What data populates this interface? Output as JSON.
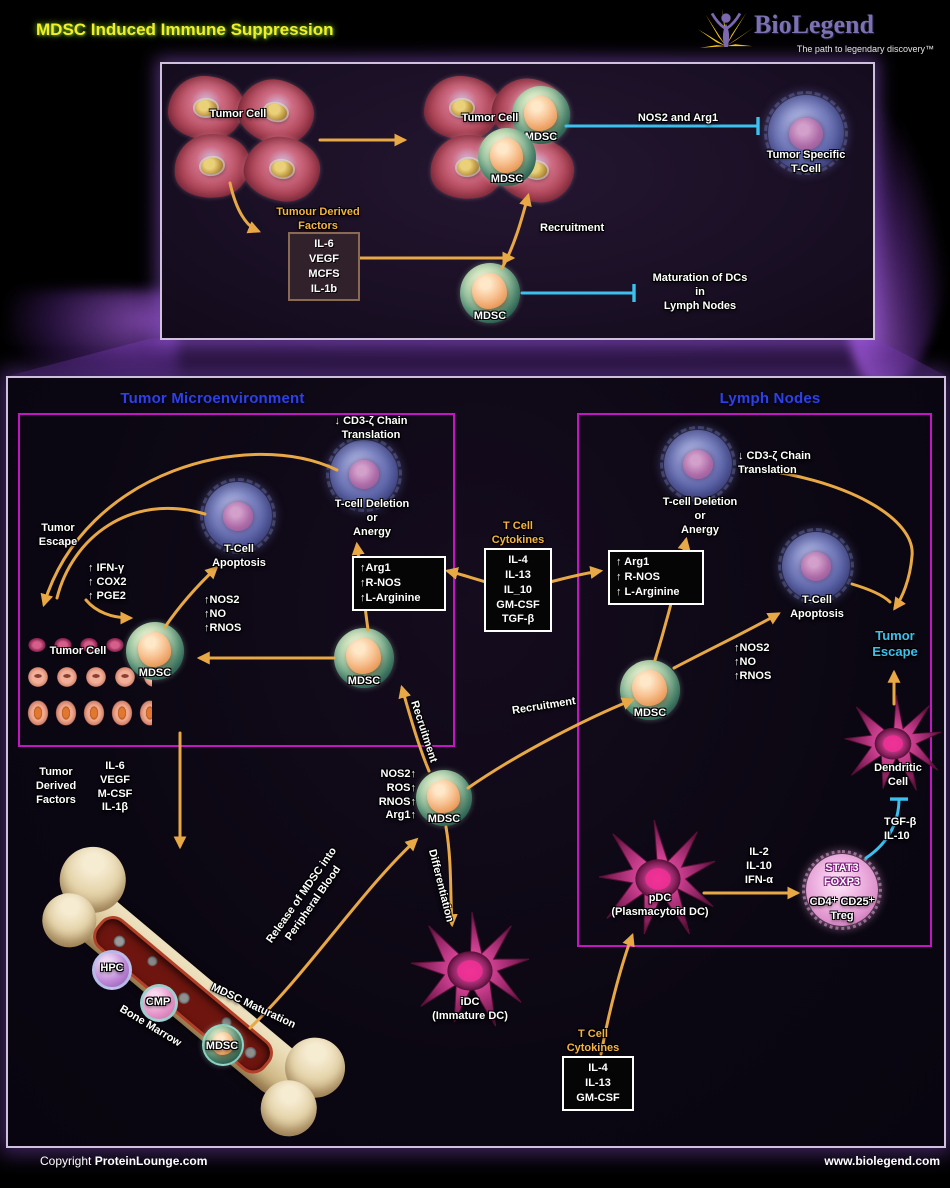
{
  "colors": {
    "arrow_orange": "#E8A845",
    "inhibit_cyan": "#3CC0EE",
    "gold_text": "#F5B343",
    "blue_header": "#2E41E8",
    "magenta_border": "#C414C4",
    "panel_border": "#CFC0DD",
    "title_yellow": "#F2EF2A"
  },
  "header": {
    "title": "MDSC Induced Immune Suppression",
    "brand": "BioLegend",
    "tagline": "The path to legendary discovery™"
  },
  "footer": {
    "copyright_label": "Copyright",
    "copyright_brand": "ProteinLounge.com",
    "website": "www.biolegend.com"
  },
  "top_panel": {
    "tumor_cell_left": "Tumor Cell",
    "tumor_cell_mid": "Tumor Cell",
    "mdsc_top": "MDSC",
    "mdsc_mid": "MDSC",
    "mdsc_bottom": "MDSC",
    "nos2_and_arg1": "NOS2 and Arg1",
    "tumor_specific_tcell": "Tumor Specific\nT-Cell",
    "tdf_title": "Tumour Derived\nFactors",
    "tdf_items": "IL-6\nVEGF\nMCFS\nIL-1b",
    "recruitment": "Recruitment",
    "maturation": "Maturation of DCs\nin\nLymph Nodes"
  },
  "tme": {
    "title": "Tumor Microenvironment",
    "cd3_chain": "↓ CD3-ζ Chain\nTranslation",
    "tcell_deletion": "T-cell Deletion\nor\nAnergy",
    "tcell_apoptosis": "T-Cell\nApoptosis",
    "tumor_escape": "Tumor\nEscape",
    "ifn_cox2_pge2": "↑ IFN-γ\n↑ COX2\n↑ PGE2",
    "nos2_no_rnos": "↑NOS2\n↑NO\n↑RNOS",
    "arg1_box": "↑Arg1\n↑R-NOS\n↑L-Arginine",
    "tumor_cell": "Tumor Cell",
    "mdsc_tumor": "MDSC",
    "mdsc_mid": "MDSC"
  },
  "cytokines_mid": {
    "title": "T Cell\nCytokines",
    "items": "IL-4\nIL-13\nIL_10\nGM-CSF\nTGF-β"
  },
  "lymph": {
    "title": "Lymph Nodes",
    "tcell_deletion": "T-cell Deletion\nor\nAnergy",
    "cd3_chain": "↓ CD3-ζ Chain\nTranslation",
    "arg1_box": "↑ Arg1\n↑ R-NOS\n↑ L-Arginine",
    "tcell_apoptosis": "T-Cell\nApoptosis",
    "nos2_no_rnos": "↑NOS2\n↑NO\n↑RNOS",
    "mdsc": "MDSC",
    "tumor_escape": "Tumor\nEscape",
    "dendritic_cell": "Dendritic\nCell",
    "pdc": "pDC\n(Plasmacytoid DC)",
    "il2_il10_ifna": "IL-2\nIL-10\nIFN-α",
    "treg_markers": "STAT3\nFOXP3",
    "treg_label": "CD4⁺ CD25⁺\nTreg",
    "tgfb_il10": "TGF-β\nIL-10"
  },
  "center": {
    "mdsc_markers": "NOS2↑\nROS↑\nRNOS↑\nArg1↑",
    "mdsc": "MDSC",
    "recruitment_left": "Recruitment",
    "recruitment_right": "Recruitment",
    "differentiation": "Differentiation",
    "idc": "iDC\n(Immature DC)"
  },
  "cytokines_bottom": {
    "title": "T Cell\nCytokines",
    "items": "IL-4\nIL-13\nGM-CSF"
  },
  "bone": {
    "tdf_label": "Tumor\nDerived\nFactors",
    "tdf_items": "IL-6\nVEGF\nM-CSF\nIL-1β",
    "hpc": "HPC",
    "cmp": "CMP",
    "mdsc": "MDSC",
    "bone_marrow": "Bone Marrow",
    "mdsc_maturation": "MDSC Maturation",
    "release": "Release of MDSC into\nPeripheral Blood"
  }
}
